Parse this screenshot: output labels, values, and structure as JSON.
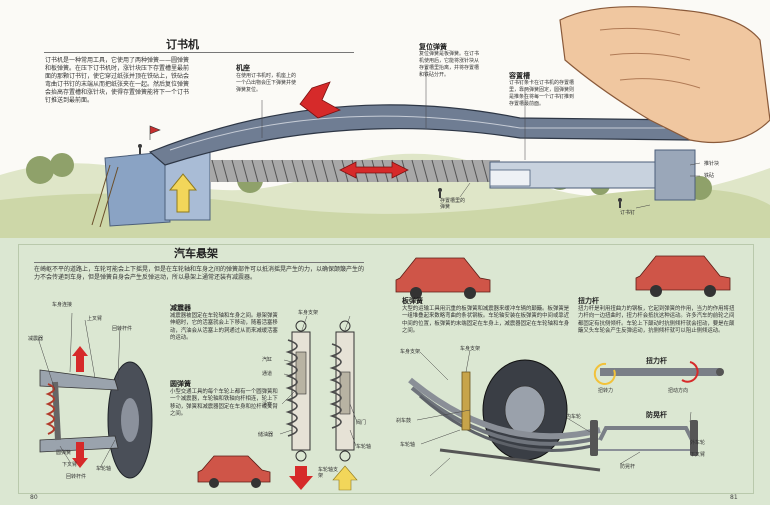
{
  "stapler": {
    "title": "订书机",
    "intro": "订书机是一种常用工具，它使用了两种弹簧——圆弹簧和板弹簧。在压下订书机时，涨针块压下存置槽里最前面的那颗订书钉，使它穿过纸张并顶在铁砧上，铁砧会弯曲订书钉的末端从而把纸张夹在一起。然后复位弹簧会抬高存置槽和涨针块，使得存置弹簧能将下一个订书钉推送到最前面。",
    "base_title": "机座",
    "base_text": "在使用订书机时，机座上的一个凸出物会压下弹簧并使弹簧复位。",
    "reset_title": "复位弹簧",
    "reset_text": "复位弹簧是板弹簧。在订书机使用后，它能将涨针块从存置槽里抬离，并将存置槽和铁砧分开。",
    "tray_title": "容置槽",
    "tray_text": "订书钉条卡在订书机的存置槽里，靠两弹簧固定，圆弹簧则是推条在将每一个订书钉推到存置槽最前面。",
    "labels": {
      "spring": "存置槽里的弹簧",
      "staple": "订书钉",
      "pusher": "推针块",
      "anvil": "铁砧"
    }
  },
  "suspension": {
    "title": "汽车悬架",
    "intro": "在崎岖不平的道路上，车轮可能会上下摇晃，但是在车轮轴和车身之间的弹簧部件可以抵消摇晃产生的力，以确保颠簸产生的力不会传递到车身，但是弹簧自身会产生反弹运动，所以悬架上通常还装有减震器。",
    "shock_title": "减震器",
    "shock_text": "减震器被固定在车轮轴和车身之间。悬架弹簧伸缩时，它的活塞就会上下移动，随着活塞移动，汽油会从活塞上的洞通过从而来减缓活塞的运动。",
    "coil_title": "圆弹簧",
    "coil_text": "小型交通工具的每个车轮上都有一个圆弹簧和一个减震器，车轮轴和铁轴向杆相连，轮上下移动，弹簧和减震器固定在车身和拉杆或叉臂之间。",
    "leaf_title": "板弹簧",
    "leaf_text": "大型的运输工具用沉重的板弹簧和减震器来缓冲车辆的颠簸。板弹簧是一组堆叠起来数略弯曲的条状钢板。车轮轴安装在板弹簧的中间或靠近中间的位置，板弹簧的末端固定在车身上，减震器固定在车轮轴和车身之间。",
    "torsion_title": "扭力杆",
    "torsion_text": "扭力杆是利用扭曲力的钢板，它起到弹簧的作用，当力的作用将扭力杆向一边扭曲时，扭力杆会抵抗这种运动。许多汽车的前轮之间都固定有抗侧倾杆。车轮上下颠动时抗侧倾杆就会扭动，要是在颠簸又头车轮会产生反弹运动，抗侧倾杆就可以阻止侧倾运动。",
    "torsion_sub": "扭力杆",
    "antiroll_sub": "防晃杆",
    "labels": {
      "body_mount": "车身连接",
      "upper_fork": "上叉臂",
      "return_arm": "回转杆件",
      "shock": "减震器",
      "coil": "圆弹簧",
      "lower_fork": "下叉臂",
      "axle": "车轮轴",
      "return2": "回转杆件",
      "body_bracket": "车身支架",
      "cylinder": "汽缸",
      "passage": "通道",
      "piston": "活塞",
      "valve": "阀门",
      "reservoir": "储油器",
      "axle2": "车轮轴",
      "axle_bracket": "车轮轴支架",
      "body_bracket2": "车身支架",
      "brake_drum": "刹车鼓",
      "axle3": "车轮轴",
      "body_bracket3": "车身支架",
      "twist_a": "扭转力",
      "twist_b": "扭动方向",
      "inner_wheel": "内车轮",
      "outer_wheel": "外车轮",
      "fork": "下叉臂",
      "antiroll": "防晃杆"
    }
  },
  "pages": {
    "left": "80",
    "right": "81"
  }
}
